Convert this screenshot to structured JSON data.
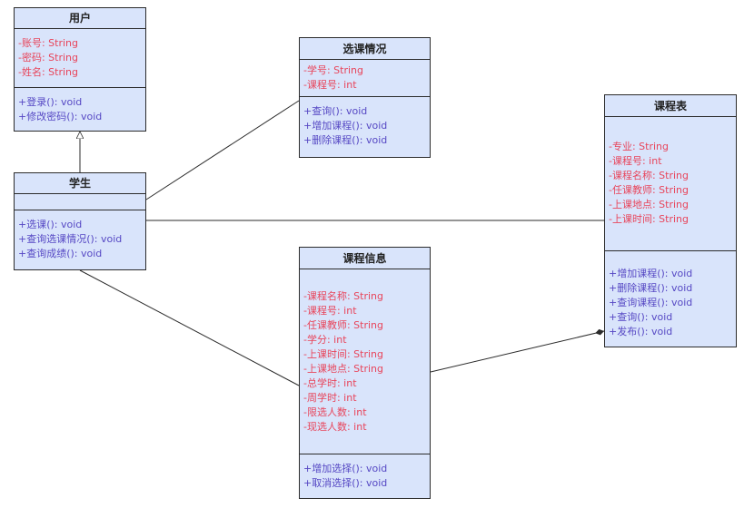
{
  "colors": {
    "class_fill": "#d9e4fb",
    "border": "#2b2b2b",
    "attribute_text": "#e8455b",
    "operation_text": "#5648c4",
    "line": "#2b2b2b"
  },
  "classes": {
    "user": {
      "name": "用户",
      "attributes": [
        "-账号: String",
        "-密码: String",
        "-姓名: String"
      ],
      "operations": [
        "+登录(): void",
        "+修改密码(): void"
      ]
    },
    "student": {
      "name": "学生",
      "attributes": [],
      "operations": [
        "+选课(): void",
        "+查询选课情况(): void",
        "+查询成绩(): void"
      ]
    },
    "selection": {
      "name": "选课情况",
      "attributes": [
        "-学号: String",
        "-课程号: int"
      ],
      "operations": [
        "+查询(): void",
        "+增加课程(): void",
        "+删除课程(): void"
      ]
    },
    "course_info": {
      "name": "课程信息",
      "attributes": [
        "-课程名称: String",
        "-课程号: int",
        "-任课教师: String",
        "-学分: int",
        "-上课时间: String",
        "-上课地点: String",
        "-总学时: int",
        "-周学时: int",
        "-限选人数: int",
        "-现选人数: int"
      ],
      "operations": [
        "+增加选择(): void",
        "+取消选择(): void"
      ]
    },
    "course_table": {
      "name": "课程表",
      "attributes": [
        "-专业: String",
        "-课程号: int",
        "-课程名称: String",
        "-任课教师: String",
        "-上课地点: String",
        "-上课时间: String"
      ],
      "operations": [
        "+增加课程(): void",
        "+删除课程(): void",
        "+查询课程(): void",
        "+查询(): void",
        "+发布(): void"
      ]
    }
  }
}
